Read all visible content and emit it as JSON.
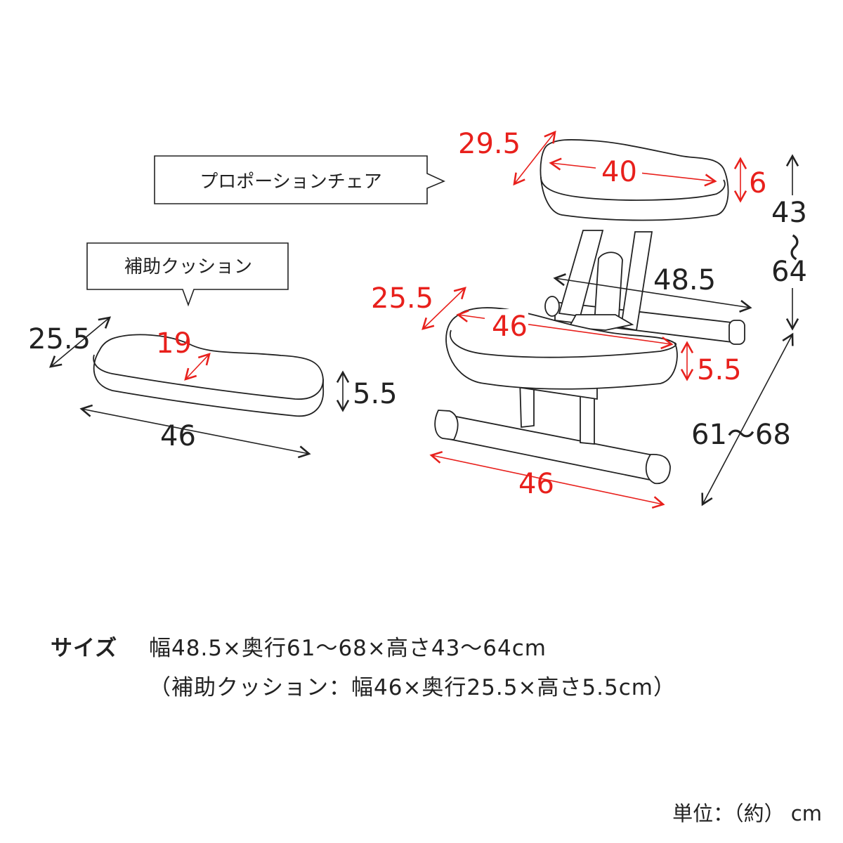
{
  "callouts": {
    "chair": "プロポーションチェア",
    "cushion": "補助クッション"
  },
  "chair_dims": {
    "seat_depth": "29.5",
    "seat_width": "40",
    "seat_thickness": "6",
    "height": "43",
    "height_sep": "〜",
    "height_max": "64",
    "overall_width": "48.5",
    "knee_depth": "25.5",
    "knee_width": "46",
    "knee_thickness": "5.5",
    "base_width": "46",
    "overall_depth": "61〜68"
  },
  "cushion_dims": {
    "depth": "25.5",
    "inner": "19",
    "thickness": "5.5",
    "width": "46"
  },
  "size_spec": {
    "label": "サイズ",
    "line1": "幅48.5×奥行61〜68×高さ43〜64cm",
    "line2": "（補助クッション：幅46×奥行25.5×高さ5.5cm）"
  },
  "unit_note": "単位：（約） cm",
  "colors": {
    "red_dim": "#e8201c",
    "line": "#222222"
  }
}
